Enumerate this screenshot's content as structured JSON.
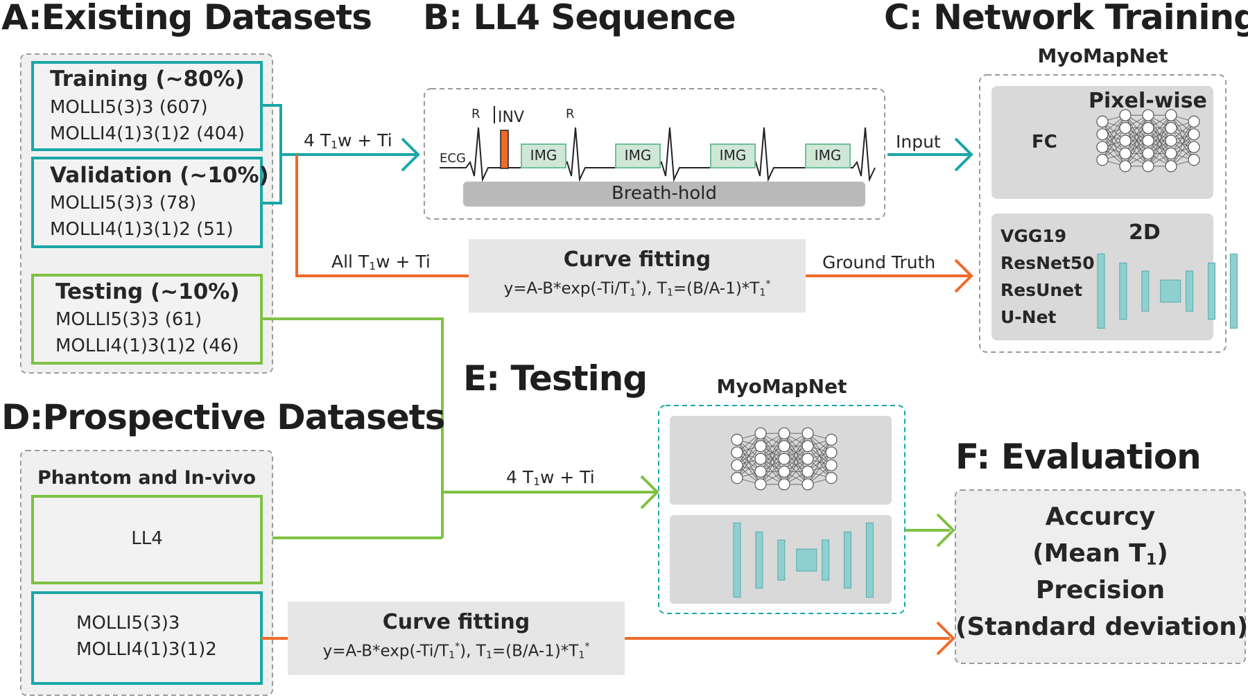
{
  "titles": {
    "a": "A:Existing Datasets",
    "b": "B: LL4 Sequence",
    "c": "C: Network Training",
    "d": "D:Prospective Datasets",
    "e": "E: Testing",
    "f": "F: Evaluation"
  },
  "existing": {
    "training": {
      "label": "Training (~80%)",
      "line1": "MOLLI5(3)3 (607)",
      "line2": "MOLLI4(1)3(1)2 (404)"
    },
    "validation": {
      "label": "Validation (~10%)",
      "line1": "MOLLI5(3)3 (78)",
      "line2": "MOLLI4(1)3(1)2 (51)"
    },
    "testing": {
      "label": "Testing (~10%)",
      "line1": "MOLLI5(3)3 (61)",
      "line2": "MOLLI4(1)3(1)2 (46)"
    }
  },
  "sequence": {
    "ecg": "ECG",
    "r": "R",
    "inv": "INV",
    "img": "IMG",
    "breath_hold": "Breath-hold"
  },
  "flows": {
    "four_t1w": "4 T",
    "four_t1w_sub": "1",
    "four_t1w_tail": "w + Ti",
    "all_t1w": "All T",
    "all_t1w_sub": "1",
    "all_t1w_tail": "w + Ti",
    "input": "Input",
    "ground_truth": "Ground Truth",
    "test_four_t1w": "4 T",
    "test_four_t1w_sub": "1",
    "test_four_t1w_tail": "w + Ti"
  },
  "curve_fitting": {
    "title": "Curve fitting",
    "formula_a": "y=A-B*exp(-Ti/T",
    "formula_a_sub": "1",
    "formula_a_sup": "*",
    "formula_b": "), T",
    "formula_b_sub": "1",
    "formula_c": "=(B/A-1)*T",
    "formula_c_sub": "1",
    "formula_c_sup": "*"
  },
  "network": {
    "name": "MyoMapNet",
    "pixel_wise": "Pixel-wise",
    "fc": "FC",
    "two_d": "2D",
    "models": [
      "VGG19",
      "ResNet50",
      "ResUnet",
      "U-Net"
    ]
  },
  "prospective": {
    "label": "Phantom and In-vivo",
    "ll4": "LL4",
    "molli1": "MOLLI5(3)3",
    "molli2": "MOLLI4(1)3(1)2"
  },
  "testing_net": {
    "name": "MyoMapNet"
  },
  "evaluation": {
    "line1": "Accurcy",
    "line2a": "(Mean T",
    "line2_sub": "1",
    "line2b": ")",
    "line3": "Precision",
    "line4": "(Standard deviation)"
  },
  "colors": {
    "teal": "#1aa6a6",
    "green": "#7dc143",
    "orange": "#f06a28",
    "panel_gray": "#d9d9d9",
    "box_fill": "#f2f2f2",
    "bar_fill": "#8ecfcf"
  }
}
